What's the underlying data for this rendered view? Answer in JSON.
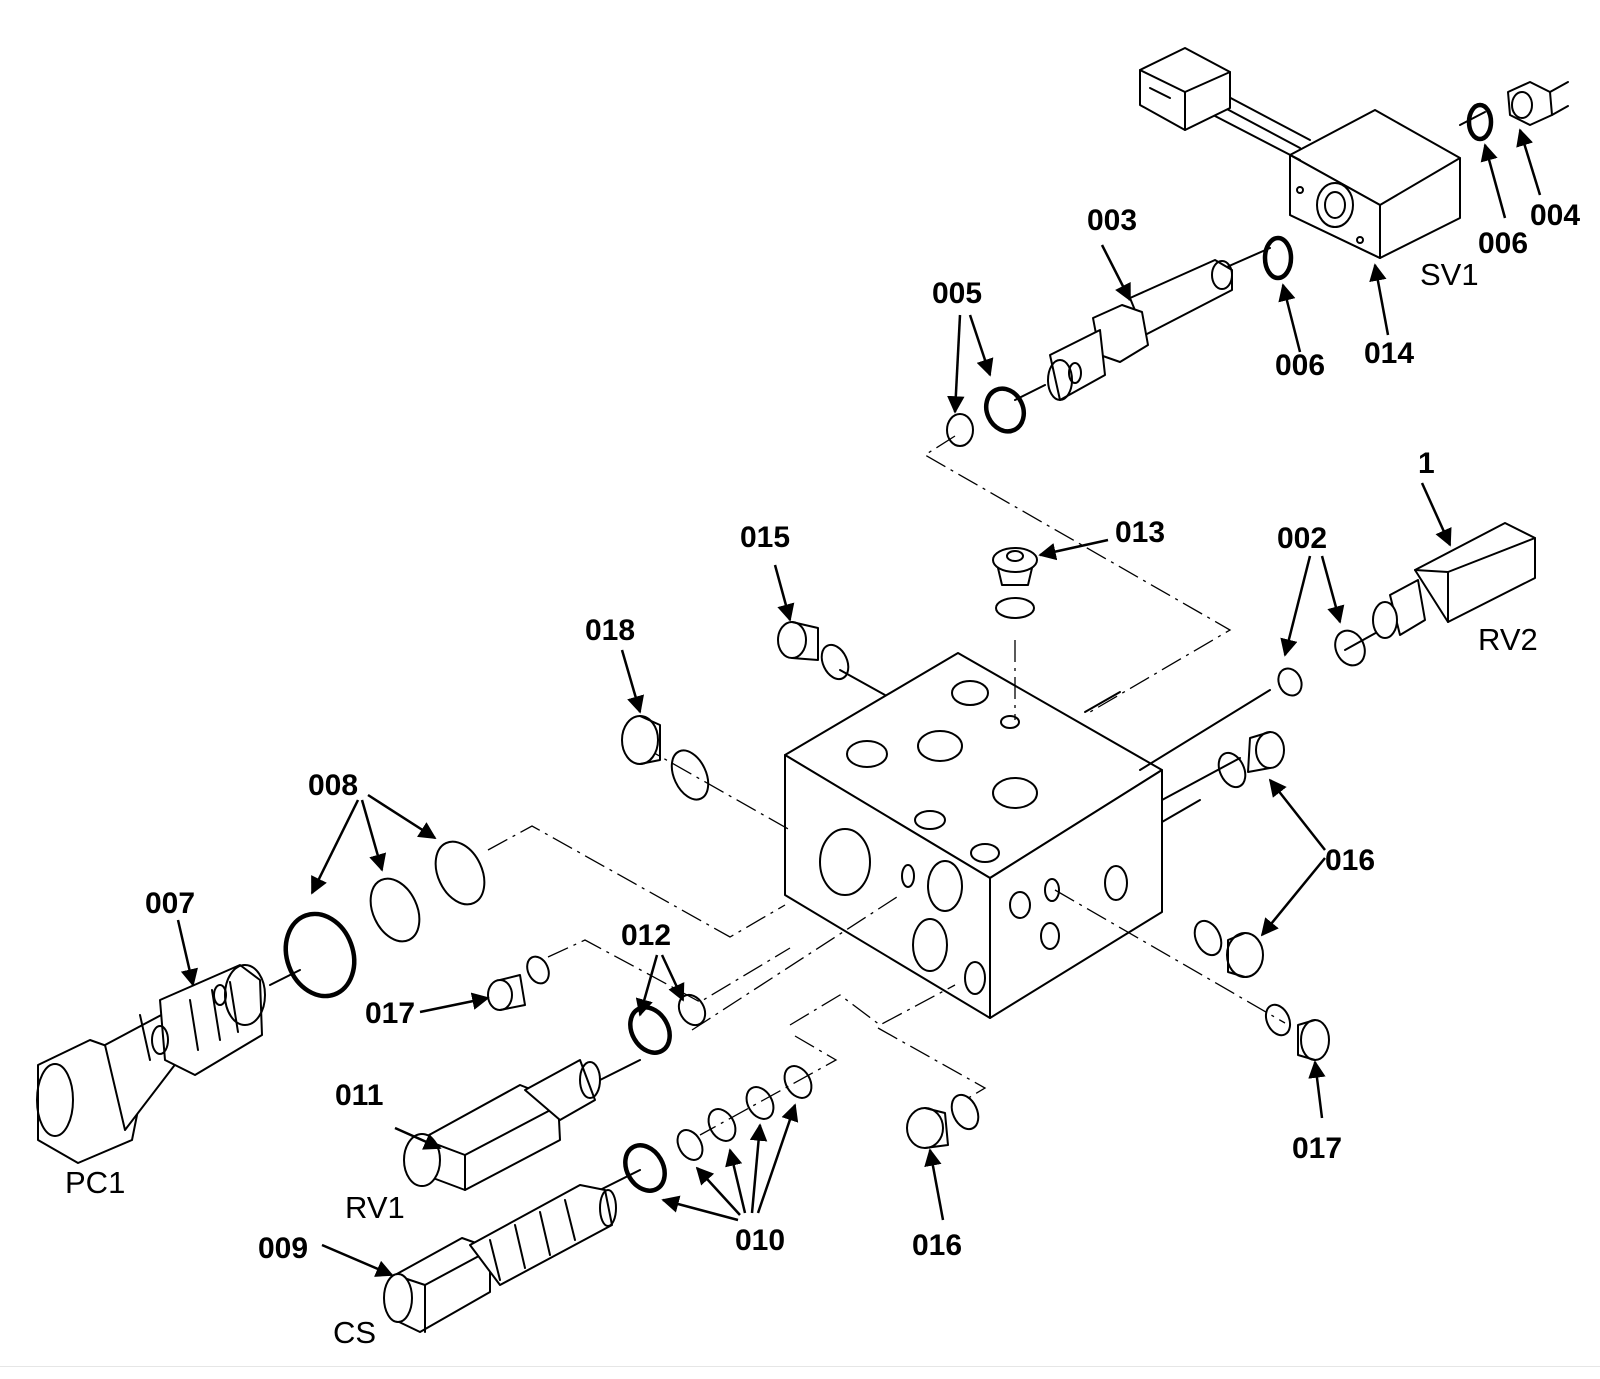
{
  "labels": {
    "l003": "003",
    "l005": "005",
    "l006a": "006",
    "l006b": "006",
    "l004": "004",
    "l014": "014",
    "l001": "1",
    "l013": "013",
    "l015": "015",
    "l002": "002",
    "l018": "018",
    "l008": "008",
    "l007": "007",
    "l012": "012",
    "l017a": "017",
    "l017b": "017",
    "l016a": "016",
    "l016b": "016",
    "l011": "011",
    "l009": "009",
    "l010": "010"
  },
  "names": {
    "sv1": "SV1",
    "rv2": "RV2",
    "pc1": "PC1",
    "rv1": "RV1",
    "cs": "CS"
  }
}
